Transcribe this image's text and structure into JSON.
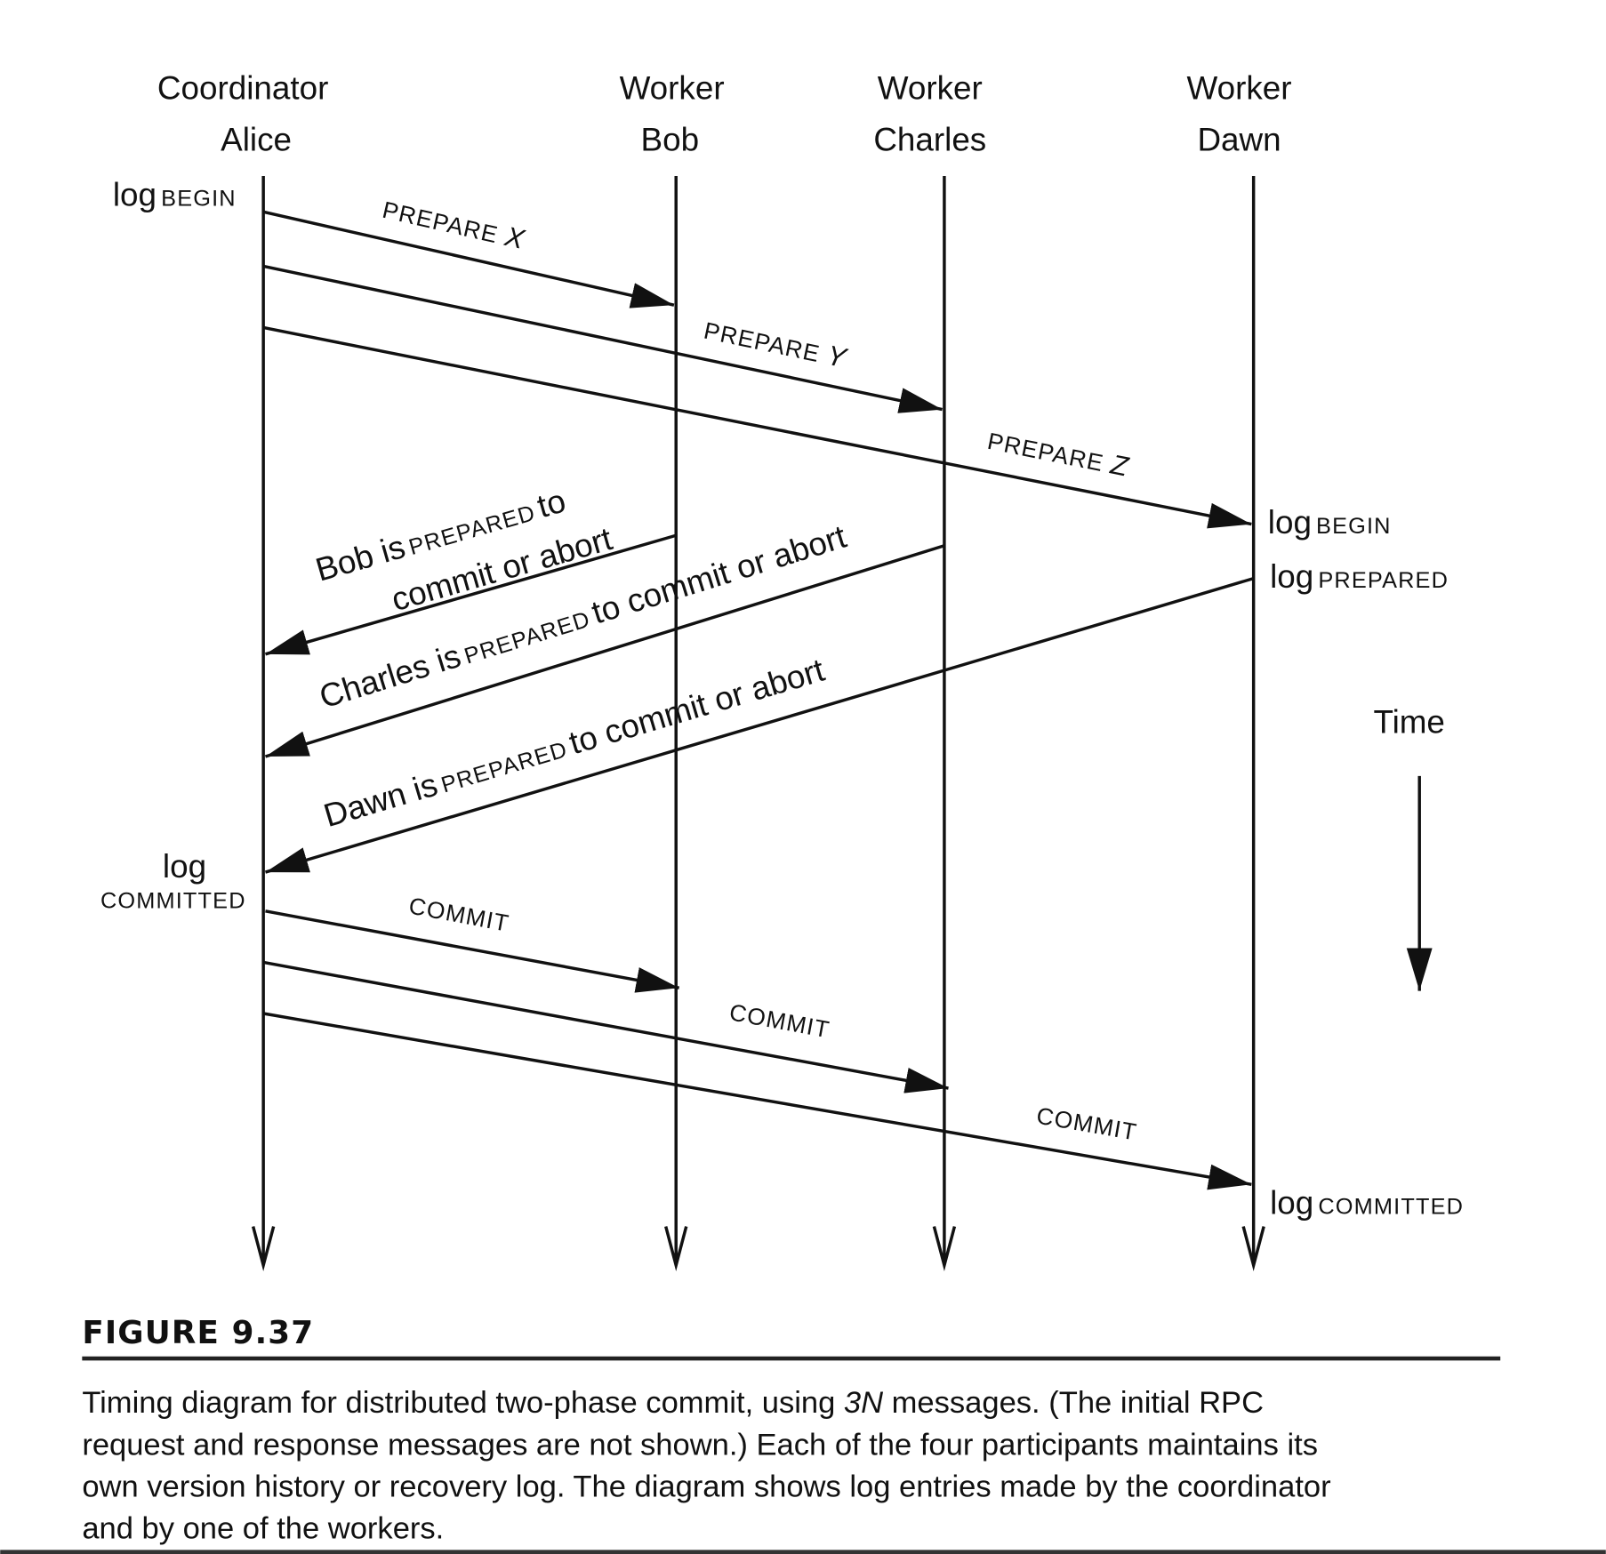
{
  "participants": [
    {
      "role": "Coordinator",
      "name": "Alice"
    },
    {
      "role": "Worker",
      "name": "Bob"
    },
    {
      "role": "Worker",
      "name": "Charles"
    },
    {
      "role": "Worker",
      "name": "Dawn"
    }
  ],
  "logs": {
    "alice_begin": {
      "word": "log",
      "entry": "BEGIN"
    },
    "alice_committed": {
      "word": "log",
      "entry": "COMMITTED"
    },
    "dawn_begin": {
      "word": "log",
      "entry": "BEGIN"
    },
    "dawn_prepared": {
      "word": "log",
      "entry": "PREPARED"
    },
    "dawn_committed": {
      "word": "log",
      "entry": "COMMITTED"
    }
  },
  "messages": {
    "prepare_x": {
      "label": "PREPARE",
      "var": "X"
    },
    "prepare_y": {
      "label": "PREPARE",
      "var": "Y"
    },
    "prepare_z": {
      "label": "PREPARE",
      "var": "Z"
    },
    "bob_reply": {
      "who": "Bob is",
      "state": "PREPARED",
      "rest": "to",
      "line2": "commit or abort"
    },
    "charles_reply": {
      "who": "Charles is",
      "state": "PREPARED",
      "rest": "to commit or abort"
    },
    "dawn_reply": {
      "who": "Dawn is",
      "state": "PREPARED",
      "rest": "to commit or abort"
    },
    "commit_bob": "COMMIT",
    "commit_charles": "COMMIT",
    "commit_dawn": "COMMIT"
  },
  "time_label": "Time",
  "figure": {
    "number": "FIGURE 9.37",
    "caption": {
      "l1a": "Timing diagram for distributed two-phase commit, using ",
      "l1i": "3N",
      "l1b": " messages. (The initial RPC",
      "l2": "request and response messages are not shown.) Each of the four participants maintains its",
      "l3": "own version history or recovery log. The diagram shows log entries made by the coordinator",
      "l4": "and by one of the workers."
    }
  }
}
